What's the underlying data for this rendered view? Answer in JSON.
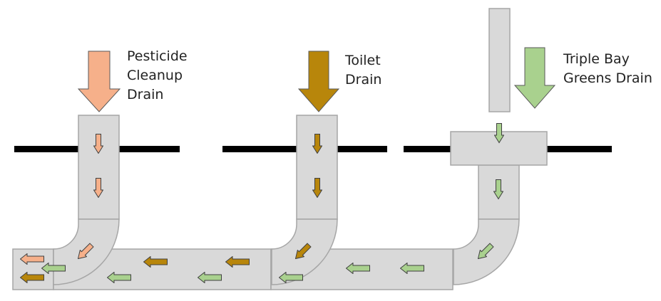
{
  "colors": {
    "pesticide": "#f6b08a",
    "toilet": "#b8860b",
    "greens": "#a9d18e",
    "pipe_fill": "#d9d9d9",
    "pipe_stroke": "#a6a6a6",
    "floor_line": "#000000"
  },
  "sources": [
    {
      "id": "pesticide",
      "lines": [
        "Pesticide",
        "Cleanup",
        "Drain"
      ]
    },
    {
      "id": "toilet",
      "lines": [
        "Toilet",
        "Drain"
      ]
    },
    {
      "id": "greens",
      "lines": [
        "Triple Bay",
        "Greens Drain"
      ]
    }
  ],
  "flow_arrows": {
    "vertical": [
      {
        "source": "pesticide",
        "direction": "down"
      },
      {
        "source": "pesticide",
        "direction": "down"
      },
      {
        "source": "toilet",
        "direction": "down"
      },
      {
        "source": "toilet",
        "direction": "down"
      },
      {
        "source": "greens",
        "direction": "down"
      },
      {
        "source": "greens",
        "direction": "down"
      }
    ],
    "elbow": [
      {
        "source": "pesticide",
        "direction": "down-left"
      },
      {
        "source": "toilet",
        "direction": "down-left"
      },
      {
        "source": "greens",
        "direction": "down-left"
      }
    ],
    "horizontal": [
      {
        "source": "pesticide",
        "direction": "left"
      },
      {
        "source": "toilet",
        "direction": "left"
      },
      {
        "source": "greens",
        "direction": "left"
      },
      {
        "source": "greens",
        "direction": "left"
      },
      {
        "source": "toilet",
        "direction": "left"
      },
      {
        "source": "greens",
        "direction": "left"
      },
      {
        "source": "toilet",
        "direction": "left"
      },
      {
        "source": "greens",
        "direction": "left"
      },
      {
        "source": "greens",
        "direction": "left"
      },
      {
        "source": "greens",
        "direction": "left"
      }
    ]
  }
}
